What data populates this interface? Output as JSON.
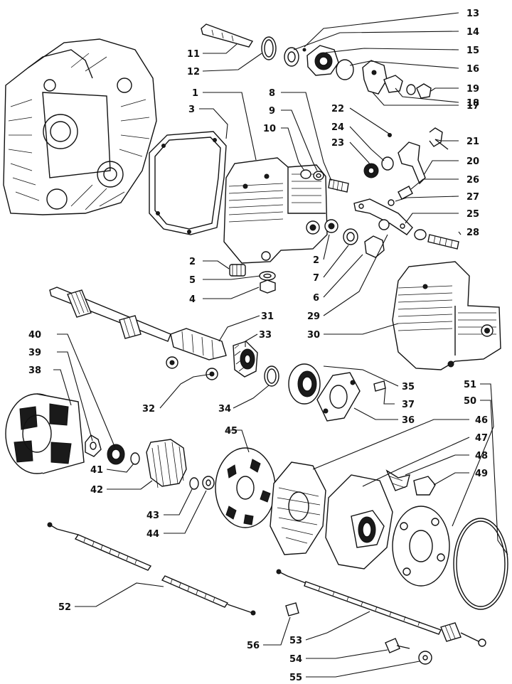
{
  "diagram": {
    "style": "exploded parts drawing, black line art on white",
    "callouts": [
      {
        "n": "1"
      },
      {
        "n": "2"
      },
      {
        "n": "3"
      },
      {
        "n": "4"
      },
      {
        "n": "5"
      },
      {
        "n": "6"
      },
      {
        "n": "7"
      },
      {
        "n": "8"
      },
      {
        "n": "9"
      },
      {
        "n": "10"
      },
      {
        "n": "11"
      },
      {
        "n": "12"
      },
      {
        "n": "13"
      },
      {
        "n": "14"
      },
      {
        "n": "15"
      },
      {
        "n": "16"
      },
      {
        "n": "17"
      },
      {
        "n": "18"
      },
      {
        "n": "19"
      },
      {
        "n": "20"
      },
      {
        "n": "21"
      },
      {
        "n": "22"
      },
      {
        "n": "23"
      },
      {
        "n": "24"
      },
      {
        "n": "25"
      },
      {
        "n": "26"
      },
      {
        "n": "27"
      },
      {
        "n": "28"
      },
      {
        "n": "29"
      },
      {
        "n": "30"
      },
      {
        "n": "31"
      },
      {
        "n": "32"
      },
      {
        "n": "33"
      },
      {
        "n": "34"
      },
      {
        "n": "35"
      },
      {
        "n": "36"
      },
      {
        "n": "37"
      },
      {
        "n": "38"
      },
      {
        "n": "39"
      },
      {
        "n": "40"
      },
      {
        "n": "41"
      },
      {
        "n": "42"
      },
      {
        "n": "43"
      },
      {
        "n": "44"
      },
      {
        "n": "45"
      },
      {
        "n": "46"
      },
      {
        "n": "47"
      },
      {
        "n": "48"
      },
      {
        "n": "49"
      },
      {
        "n": "50"
      },
      {
        "n": "51"
      },
      {
        "n": "52"
      },
      {
        "n": "53"
      },
      {
        "n": "54"
      },
      {
        "n": "55"
      },
      {
        "n": "56"
      },
      {
        "n": "2"
      }
    ]
  }
}
